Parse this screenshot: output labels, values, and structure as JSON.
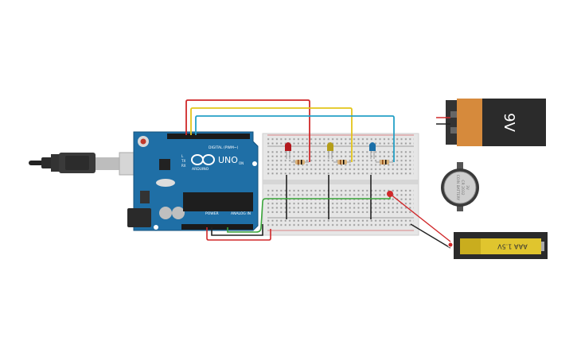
{
  "arduino": {
    "brand_label": "UNO",
    "maker_label": "ARDUINO",
    "digital_label": "DIGITAL (PWM~)",
    "power_label": "POWER",
    "analog_label": "ANALOG IN",
    "on_label": "ON",
    "tx_label": "TX",
    "rx_label": "RX",
    "l_label": "L"
  },
  "battery_9v": {
    "label": "9V"
  },
  "coin_battery": {
    "label_line1": "COIN BATTERY",
    "label_line2": "CR 2032",
    "label_line3": "3V"
  },
  "aaa_battery": {
    "label": "AAA 1.5V"
  },
  "colors": {
    "board": "#1f6fa6",
    "wire_red": "#d0282a",
    "wire_yellow": "#e3c51a",
    "wire_cyan": "#25a0c6",
    "wire_green": "#3aa63a",
    "led_red": "#b3191e",
    "led_yellow": "#b59e1a",
    "led_blue": "#1b6fa8",
    "battery_orange": "#d68a3c",
    "aaa_yellow": "#e0c52e"
  },
  "icons": {
    "usb": "usb-cable-icon",
    "arduino_logo": "infinity-logo-icon"
  }
}
